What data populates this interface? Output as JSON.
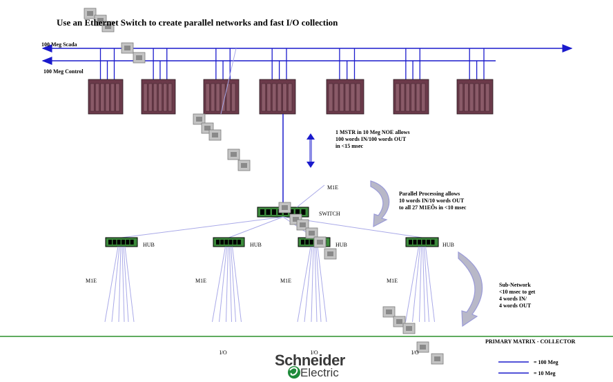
{
  "title": "Use an Ethernet Switch to create parallel networks and fast I/O collection",
  "bus_scada_label": "100 Meg Scada",
  "bus_control_label": "100 Meg Control",
  "mstr_note": "1 MSTR in 10 Meg NOE allows\n100 words IN/100 words OUT\nin <15 msec",
  "parallel_note": "Parallel Processing allows\n10 words IN/10 words OUT\nto all 27 M1EÕs in <10 msec",
  "subnet_note": "Sub-Network\n<10 msec to get\n4 words IN/\n4 words OUT",
  "switch_label": "SWITCH",
  "hub_label": "HUB",
  "m1e_label": "M1E",
  "io_label": "I/O",
  "collector_label": "PRIMARY MATRIX - COLLECTOR",
  "legend": {
    "fast": "= 100 Meg",
    "slow": "= 10 Meg"
  },
  "logo": {
    "line1": "Schneider",
    "line2": "Electric"
  },
  "colors": {
    "bus": "#1a1acc",
    "link": "#a9a9e8",
    "ground": "#2a8f2a",
    "rack": "#6b3a4a",
    "arrow": "#9a9ad8"
  }
}
